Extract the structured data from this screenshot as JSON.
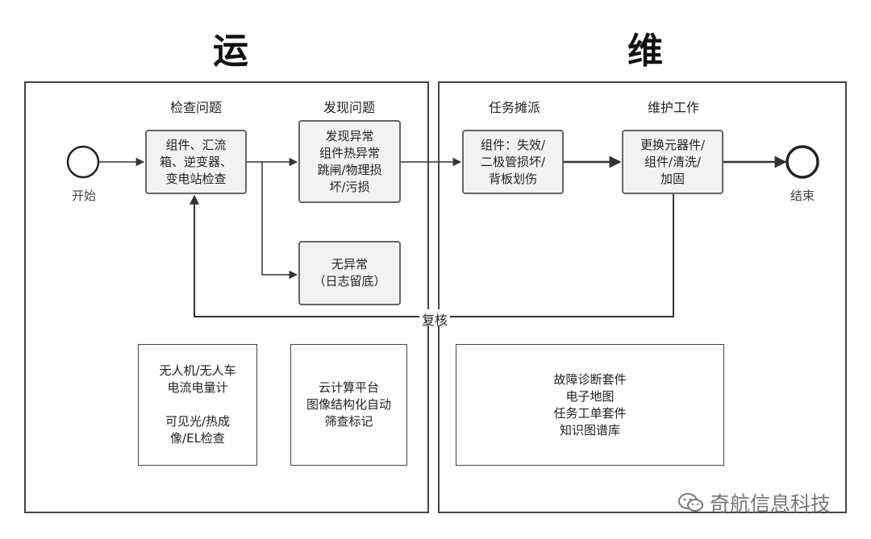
{
  "titles": {
    "left": "运",
    "right": "维"
  },
  "left_panel": {
    "lanes": [
      "检查问题",
      "发现问题"
    ],
    "start_label": "开始",
    "inspect_box": "组件、汇流\n箱、逆变器、\n变电站检查",
    "found_box": "发现异常\n组件热异常\n跳闸/物理损\n坏/污损",
    "normal_box": "无异常\n（日志留底）",
    "tools_box": "无人机/无人车\n电流电量计\n\n可见光/热成\n像/EL检查",
    "cloud_box": "云计算平台\n图像结构化自动\n筛查标记"
  },
  "right_panel": {
    "lanes": [
      "任务摊派",
      "维护工作"
    ],
    "end_label": "结束",
    "task_box": "组件：失效/\n二极管损坏/\n背板划伤",
    "maint_box": "更换元器件/\n组件/清洗/\n加固",
    "suite_box": "故障诊断套件\n电子地图\n任务工单套件\n知识图谱库"
  },
  "review_label": "复核",
  "watermark": "奇航信息科技",
  "icons": {
    "watermark": "wechat-icon"
  }
}
